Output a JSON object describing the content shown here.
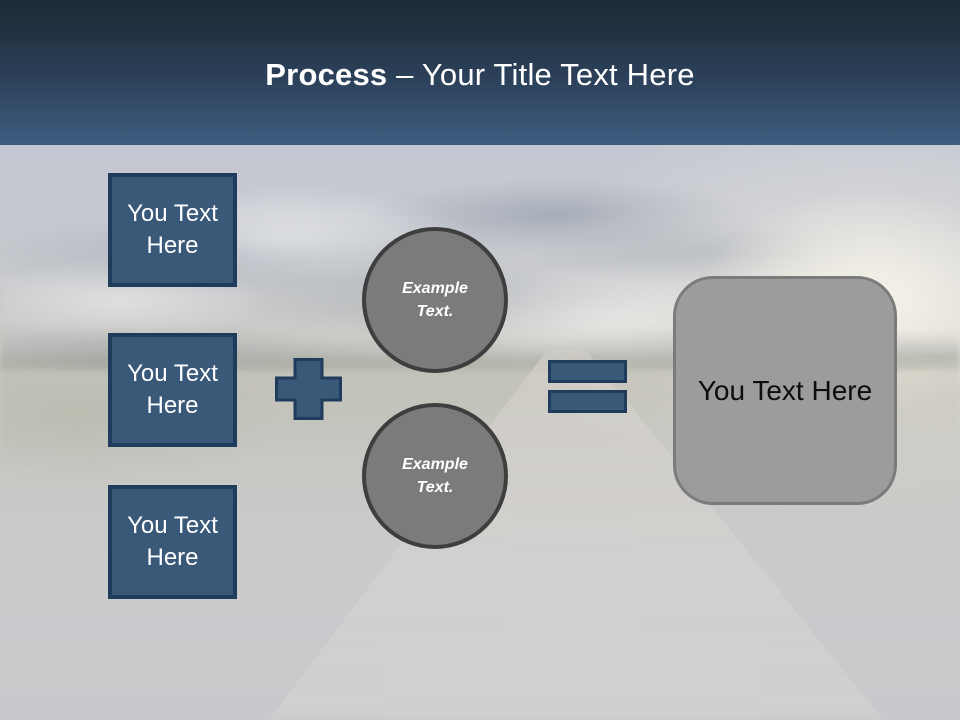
{
  "colors": {
    "header_gradient_top": "#1d2a38",
    "header_gradient_bottom": "#3e5d80",
    "navy_shape_fill": "#3a5878",
    "navy_shape_border": "#203c5c",
    "circle_fill": "#7b7b7b",
    "circle_border": "#3e3e3e",
    "result_box_fill": "#9c9c9c",
    "result_box_border": "#7b7b7b",
    "title_text": "#ffffff",
    "result_text": "#0d0d0d"
  },
  "header": {
    "title_bold": "Process",
    "title_rest": "– Your Title Text Here"
  },
  "diagram": {
    "input_boxes": [
      {
        "label": "You Text Here"
      },
      {
        "label": "You Text Here"
      },
      {
        "label": "You Text Here"
      }
    ],
    "plus_icon": "plus",
    "circles": [
      {
        "label": "Example Text."
      },
      {
        "label": "Example Text."
      }
    ],
    "equals_icon": "equals",
    "result_box": {
      "label": "You Text Here"
    }
  }
}
